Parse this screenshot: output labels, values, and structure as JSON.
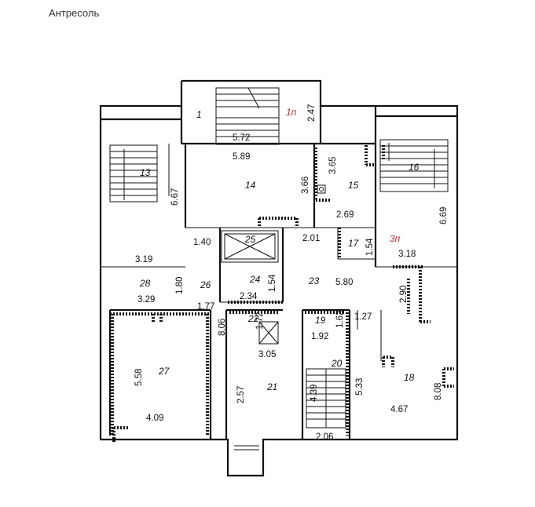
{
  "title": "Антресоль",
  "rooms": [
    {
      "id": "r1",
      "label": "1"
    },
    {
      "id": "r13",
      "label": "13"
    },
    {
      "id": "r14",
      "label": "14"
    },
    {
      "id": "r15",
      "label": "15"
    },
    {
      "id": "r16",
      "label": "16"
    },
    {
      "id": "r17",
      "label": "17"
    },
    {
      "id": "r18",
      "label": "18"
    },
    {
      "id": "r19",
      "label": "19"
    },
    {
      "id": "r20",
      "label": "20"
    },
    {
      "id": "r21",
      "label": "21"
    },
    {
      "id": "r22",
      "label": "22"
    },
    {
      "id": "r23",
      "label": "23"
    },
    {
      "id": "r24",
      "label": "24"
    },
    {
      "id": "r25",
      "label": "25"
    },
    {
      "id": "r26",
      "label": "26"
    },
    {
      "id": "r27",
      "label": "27"
    },
    {
      "id": "r28",
      "label": "28"
    }
  ],
  "markers": [
    {
      "id": "m1p",
      "label": "1п",
      "color": "#c0282d"
    },
    {
      "id": "m3p",
      "label": "3п",
      "color": "#c0282d"
    }
  ],
  "dimensions": [
    "2.47",
    "5.72",
    "5.89",
    "3.66",
    "3.65",
    "6.67",
    "6.69",
    "2.69",
    "1.40",
    "2.01",
    "1.54",
    "3.19",
    "3.18",
    "1.80",
    "3.29",
    "1.54",
    "2.34",
    "5.80",
    "2.90",
    "1.77",
    "8.06",
    "1.72",
    "1.62",
    "1.27",
    "1.92",
    "3.05",
    "5.58",
    "5.33",
    "4.39",
    "2.57",
    "8.08",
    "4.09",
    "4.67",
    "2.06"
  ]
}
